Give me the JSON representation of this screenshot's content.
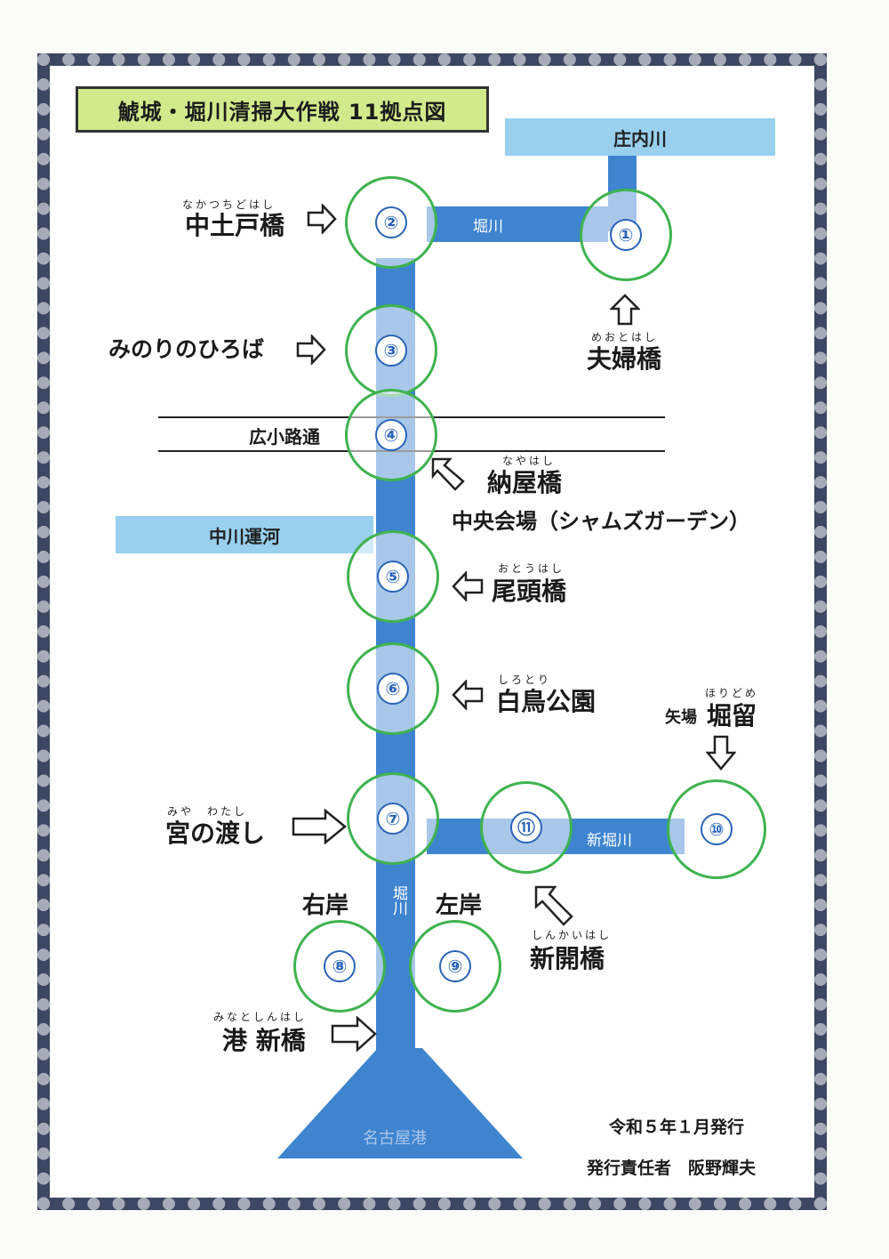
{
  "title": "鯱城・堀川清掃大作戦 11拠点図",
  "rivers": {
    "shonai": "庄内川",
    "nakagawa": "中川運河",
    "horikawa_top": "堀川",
    "horikawa_vertical": "堀川",
    "shinhorikawa": "新堀川",
    "nagoya_port": "名古屋港"
  },
  "road": "広小路通",
  "points": [
    {
      "id": "1",
      "num": "①"
    },
    {
      "id": "2",
      "num": "②"
    },
    {
      "id": "3",
      "num": "③"
    },
    {
      "id": "4",
      "num": "④"
    },
    {
      "id": "5",
      "num": "⑤"
    },
    {
      "id": "6",
      "num": "⑥"
    },
    {
      "id": "7",
      "num": "⑦"
    },
    {
      "id": "8",
      "num": "⑧"
    },
    {
      "id": "9",
      "num": "⑨"
    },
    {
      "id": "10",
      "num": "⑩"
    },
    {
      "id": "11",
      "num": "⑪"
    }
  ],
  "labels": {
    "nakatsuchido": {
      "ruby": "なかつちどはし",
      "text": "中土戸橋"
    },
    "minori": {
      "text": "みのりのひろば"
    },
    "meoto": {
      "ruby": "めおとはし",
      "text": "夫婦橋"
    },
    "naya": {
      "ruby": "なやはし",
      "text": "納屋橋"
    },
    "central": {
      "text": "中央会場（シャムズガーデン）"
    },
    "ototo": {
      "ruby": "おとうはし",
      "text": "尾頭橋"
    },
    "shirotori": {
      "ruby": "しろとり",
      "text": "白鳥公園"
    },
    "horidome": {
      "ruby": "ほりどめ",
      "prefix": "矢場",
      "text": "堀留"
    },
    "miyanowatashi": {
      "ruby": "みや　わたし",
      "text": "宮の渡し"
    },
    "right_bank": "右岸",
    "left_bank": "左岸",
    "shinkai": {
      "ruby": "しんかいはし",
      "text": "新開橋"
    },
    "minato": {
      "ruby": "みなとしんはし",
      "text": "港 新橋"
    }
  },
  "footer": {
    "date": "令和５年１月発行",
    "publisher": "発行責任者　阪野輝夫"
  }
}
